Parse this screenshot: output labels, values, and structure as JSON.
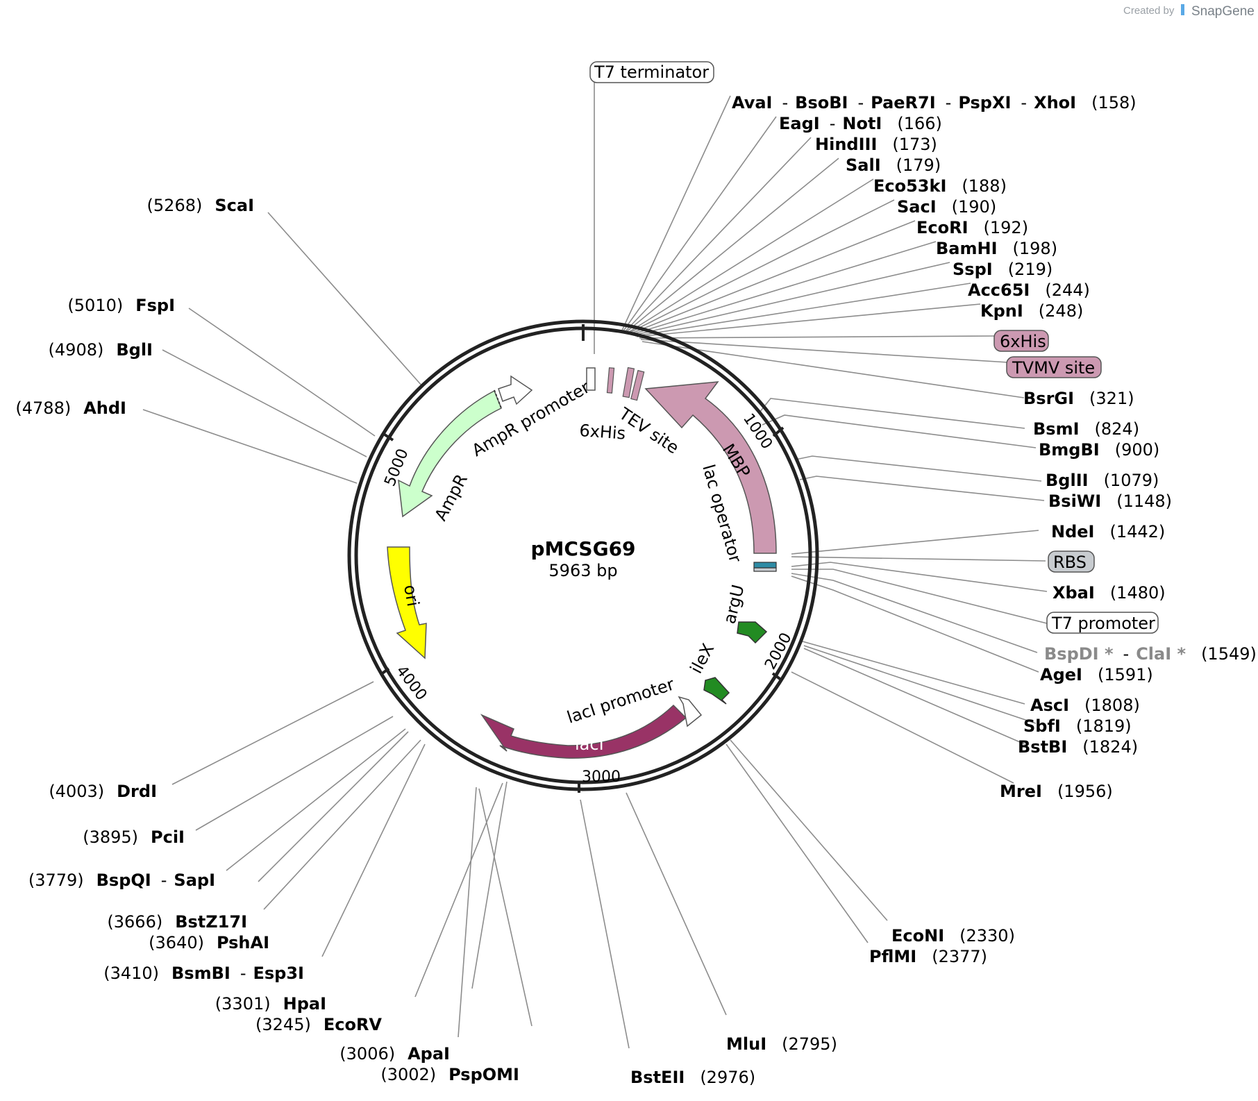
{
  "plasmid": {
    "name": "pMCSG69",
    "size": "5963 bp",
    "length_bp": 5963
  },
  "credit": {
    "created_by": "Created by",
    "brand": "SnapGene"
  },
  "ticks": [
    "1000",
    "2000",
    "3000",
    "4000",
    "5000"
  ],
  "features": {
    "mbp": "MBP",
    "ampr": "AmpR",
    "ampr_promoter": "AmpR promoter",
    "ori": "ori",
    "laci": "lacI",
    "laci_promoter": "lacI promoter",
    "ilex": "ileX",
    "argu": "argU",
    "lac_operator": "lac operator",
    "his6_inner": "6xHis",
    "tev": "TEV site"
  },
  "boxed_labels": {
    "t7_terminator": "T7 terminator",
    "his6": "6xHis",
    "tvmv": "TVMV site",
    "rbs": "RBS",
    "t7_promoter": "T7 promoter"
  },
  "colors": {
    "mbp": "#cc99b1",
    "ampr": "#ccffcc",
    "ori": "#ffff00",
    "laci": "#993366",
    "trna": "#228b22",
    "tag": "#cc99b1",
    "rbs": "#c8ccd0",
    "lac_operator": "#2e8ba5"
  },
  "sites": {
    "r1": {
      "names": [
        "AvaI",
        "BsoBI",
        "PaeR7I",
        "PspXI",
        "XhoI"
      ],
      "pos": "(158)"
    },
    "r2": {
      "names": [
        "EagI",
        "NotI"
      ],
      "pos": "(166)"
    },
    "r3": {
      "names": [
        "HindIII"
      ],
      "pos": "(173)"
    },
    "r4": {
      "names": [
        "SalI"
      ],
      "pos": "(179)"
    },
    "r5": {
      "names": [
        "Eco53kI"
      ],
      "pos": "(188)"
    },
    "r6": {
      "names": [
        "SacI"
      ],
      "pos": "(190)"
    },
    "r7": {
      "names": [
        "EcoRI"
      ],
      "pos": "(192)"
    },
    "r8": {
      "names": [
        "BamHI"
      ],
      "pos": "(198)"
    },
    "r9": {
      "names": [
        "SspI"
      ],
      "pos": "(219)"
    },
    "r10": {
      "names": [
        "Acc65I"
      ],
      "pos": "(244)"
    },
    "r11": {
      "names": [
        "KpnI"
      ],
      "pos": "(248)"
    },
    "r12": {
      "names": [
        "BsrGI"
      ],
      "pos": "(321)"
    },
    "r13": {
      "names": [
        "BsmI"
      ],
      "pos": "(824)"
    },
    "r14": {
      "names": [
        "BmgBI"
      ],
      "pos": "(900)"
    },
    "r15": {
      "names": [
        "BglII"
      ],
      "pos": "(1079)"
    },
    "r16": {
      "names": [
        "BsiWI"
      ],
      "pos": "(1148)"
    },
    "r17": {
      "names": [
        "NdeI"
      ],
      "pos": "(1442)"
    },
    "r18": {
      "names": [
        "XbaI"
      ],
      "pos": "(1480)"
    },
    "r19": {
      "names": [
        "BspDI *",
        "ClaI *"
      ],
      "pos": "(1549)"
    },
    "r20": {
      "names": [
        "AgeI"
      ],
      "pos": "(1591)"
    },
    "r21": {
      "names": [
        "AscI"
      ],
      "pos": "(1808)"
    },
    "r22": {
      "names": [
        "SbfI"
      ],
      "pos": "(1819)"
    },
    "r23": {
      "names": [
        "BstBI"
      ],
      "pos": "(1824)"
    },
    "r24": {
      "names": [
        "MreI"
      ],
      "pos": "(1956)"
    },
    "b1": {
      "names": [
        "EcoNI"
      ],
      "pos": "(2330)"
    },
    "b2": {
      "names": [
        "PflMI"
      ],
      "pos": "(2377)"
    },
    "b3": {
      "names": [
        "MluI"
      ],
      "pos": "(2795)"
    },
    "b4": {
      "names": [
        "BstEII"
      ],
      "pos": "(2976)"
    },
    "l1": {
      "names": [
        "ApaI"
      ],
      "pos": "(3006)"
    },
    "l2": {
      "names": [
        "PspOMI"
      ],
      "pos": "(3002)"
    },
    "l3": {
      "names": [
        "EcoRV"
      ],
      "pos": "(3245)"
    },
    "l4": {
      "names": [
        "HpaI"
      ],
      "pos": "(3301)"
    },
    "l5": {
      "names": [
        "BsmBI",
        "Esp3I"
      ],
      "pos": "(3410)"
    },
    "l6": {
      "names": [
        "PshAI"
      ],
      "pos": "(3640)"
    },
    "l7": {
      "names": [
        "BstZ17I"
      ],
      "pos": "(3666)"
    },
    "l8": {
      "names": [
        "BspQI",
        "SapI"
      ],
      "pos": "(3779)"
    },
    "l9": {
      "names": [
        "PciI"
      ],
      "pos": "(3895)"
    },
    "l10": {
      "names": [
        "DrdI"
      ],
      "pos": "(4003)"
    },
    "u1": {
      "names": [
        "AhdI"
      ],
      "pos": "(4788)"
    },
    "u2": {
      "names": [
        "BglI"
      ],
      "pos": "(4908)"
    },
    "u3": {
      "names": [
        "FspI"
      ],
      "pos": "(5010)"
    },
    "u4": {
      "names": [
        "ScaI"
      ],
      "pos": "(5268)"
    }
  }
}
